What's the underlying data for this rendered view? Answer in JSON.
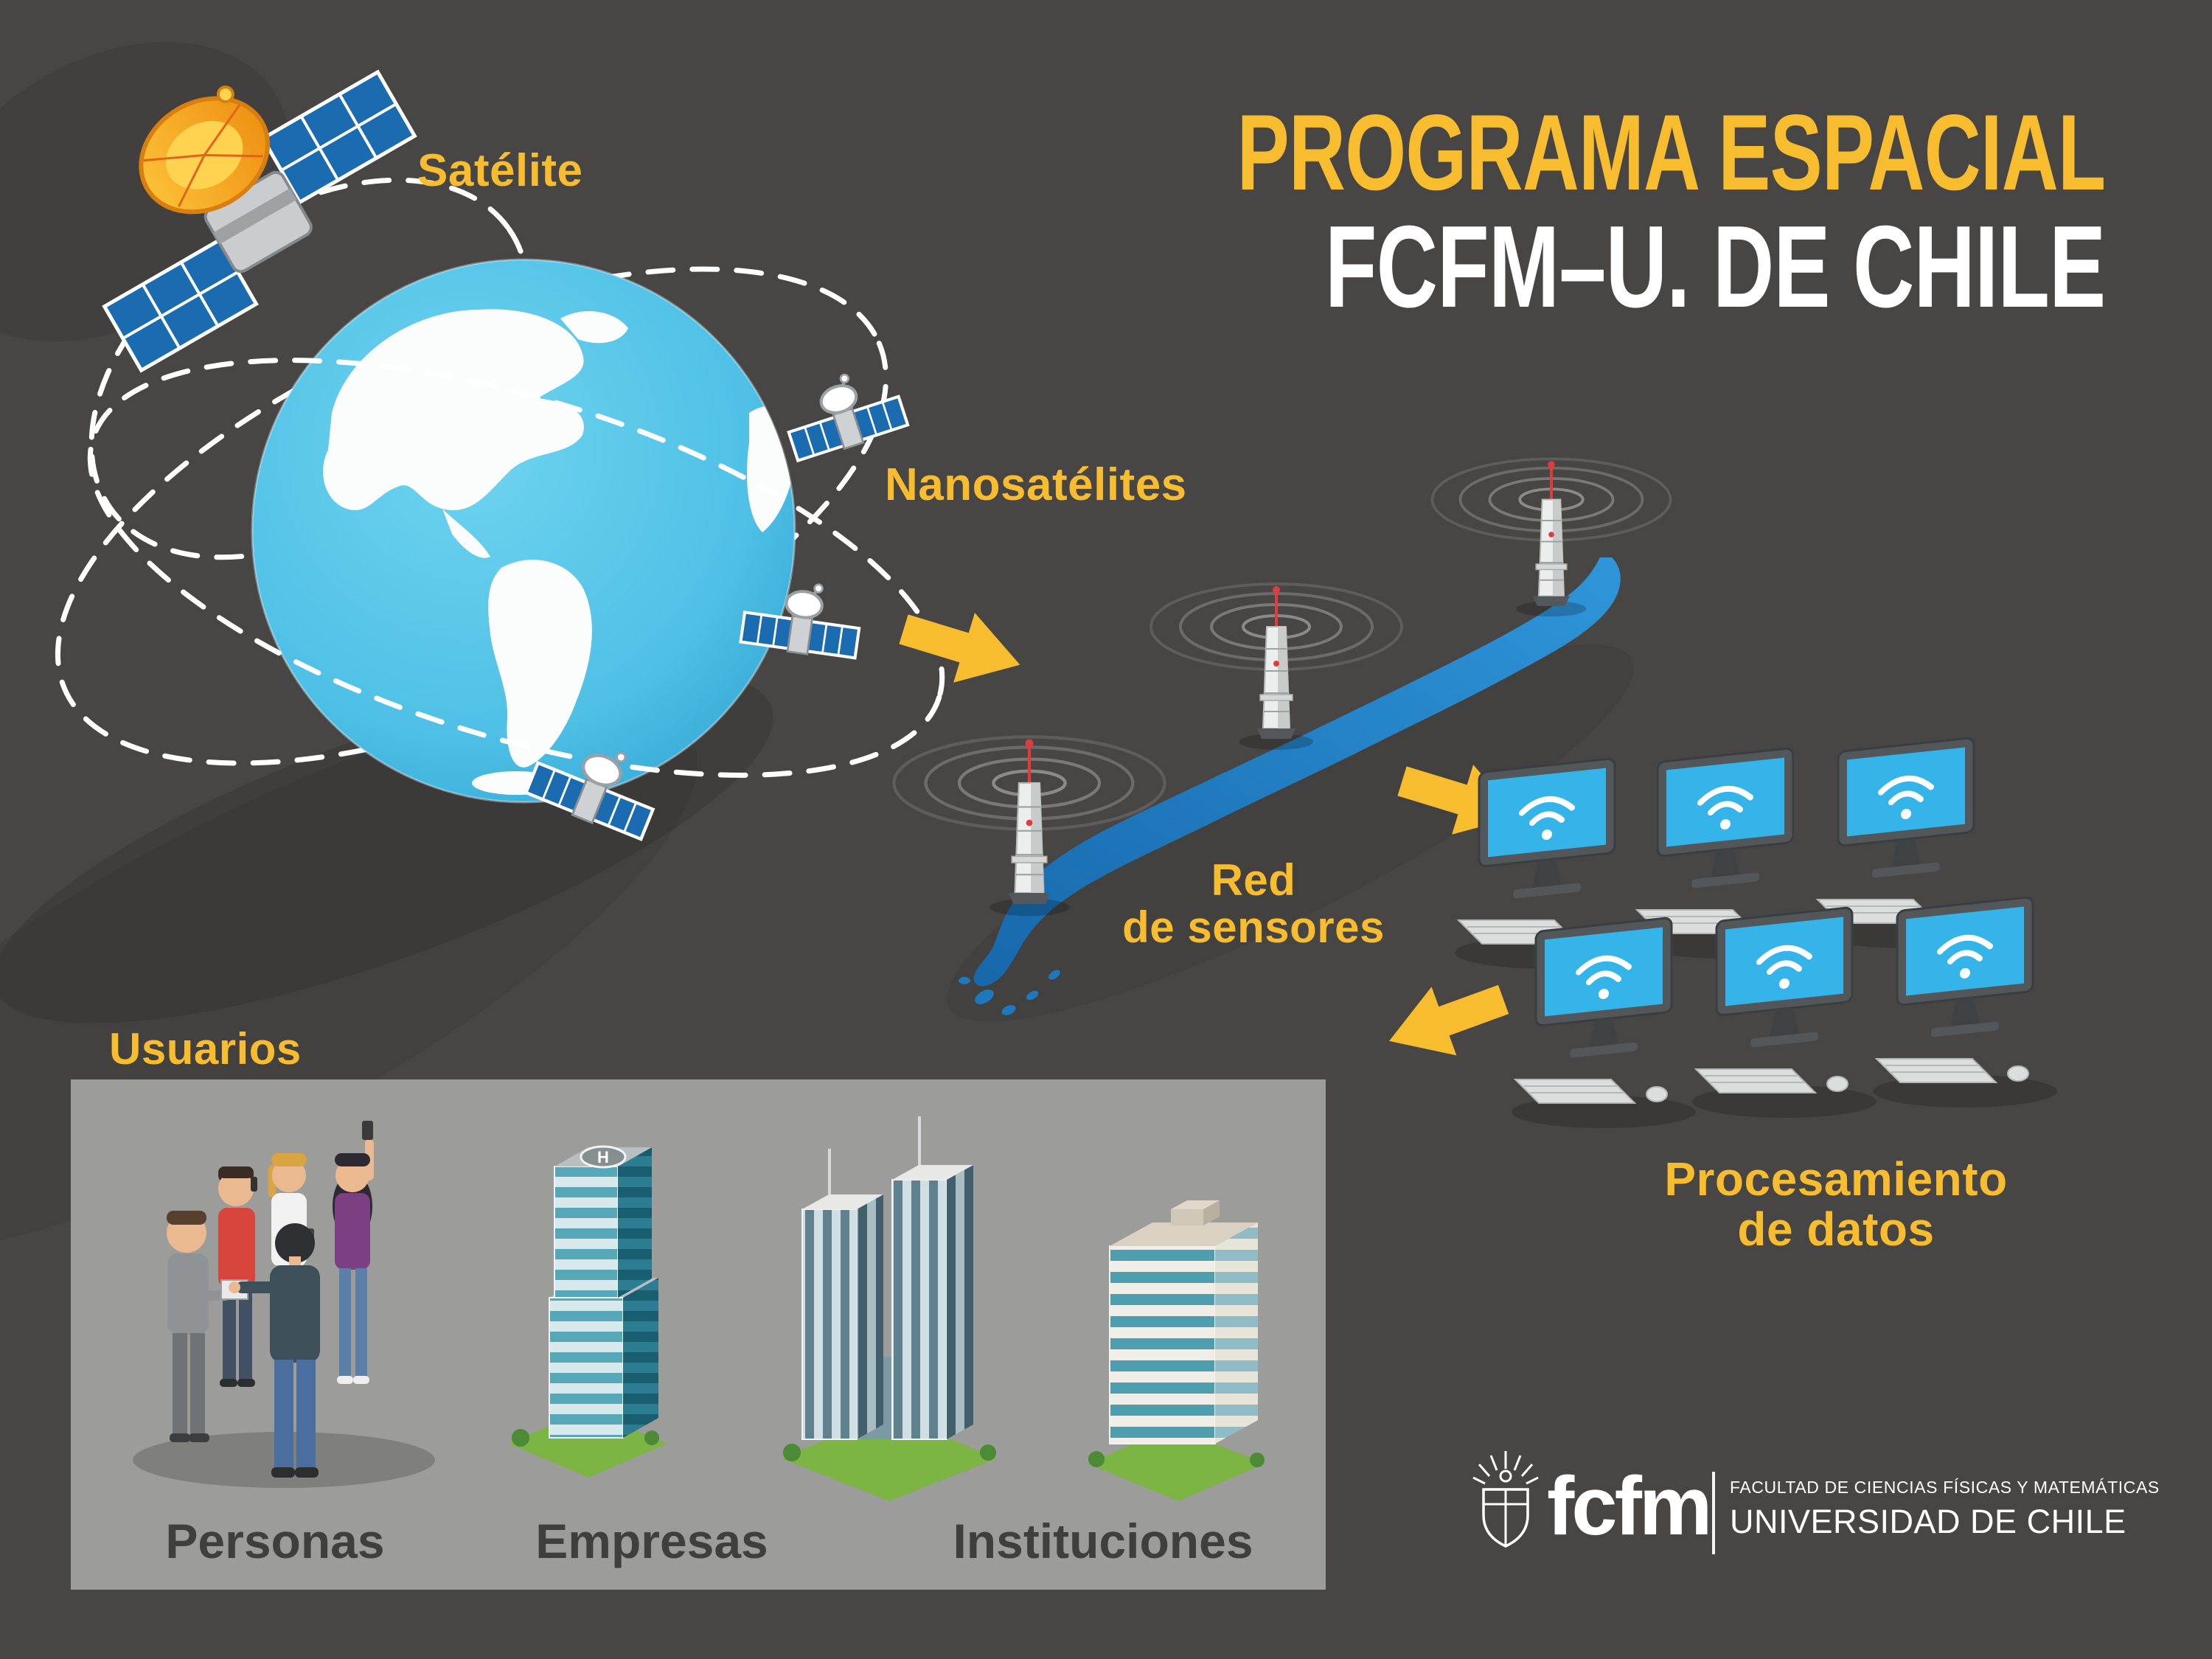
{
  "colors": {
    "background": "#484644",
    "accent_yellow": "#f8bd2f",
    "white": "#ffffff",
    "globe_blue": "#55c3e8",
    "map_blue": "#1e78c0",
    "users_box_gray": "#9c9c9b",
    "category_label_dark": "#3f3f3e",
    "screen_cyan": "#35b4ea"
  },
  "title": {
    "line1": "PROGRAMA ESPACIAL",
    "line2": "FCFM–U. DE CHILE"
  },
  "labels": {
    "satellite": "Satélite",
    "nanosatellites": "Nanosatélites",
    "sensors_line1": "Red",
    "sensors_line2": "de sensores",
    "processing_line1": "Procesamiento",
    "processing_line2": "de datos",
    "users": "Usuarios"
  },
  "users_box": {
    "helipad_mark": "H",
    "items": [
      {
        "label": "Personas"
      },
      {
        "label": "Empresas"
      },
      {
        "label": "Instituciones"
      }
    ]
  },
  "footer_logo": {
    "wordmark": "fcfm",
    "line1": "FACULTAD DE CIENCIAS FÍSICAS Y MATEMÁTICAS",
    "line2": "UNIVERSIDAD DE CHILE"
  }
}
